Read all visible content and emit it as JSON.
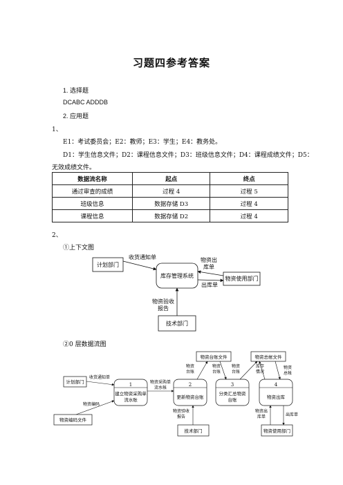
{
  "title": "习题四参考答案",
  "sections": {
    "choice_heading": "1. 选择题",
    "choice_answer": "DCABC   ADDDB",
    "apply_heading": "2. 应用题",
    "q1_num": "1、",
    "entities_line": "E1：考试委员会；E2：教师；E3：学生；E4：教务处。",
    "files_line1": "D1：学生信息文件；D2：课程信息文件；D3：班级信息文件；D4：课程成绩文件；D5：",
    "files_line2": "无效成绩文件。",
    "q2_num": "2、",
    "context_label": "①上下文图",
    "level0_label": "②0 层数据流图"
  },
  "table": {
    "headers": [
      "数据流名称",
      "起点",
      "终点"
    ],
    "rows": [
      [
        "通过审查的成绩",
        "过程 4",
        "过程 5"
      ],
      [
        "班级信息",
        "数据存储 D3",
        "过程 4"
      ],
      [
        "课程信息",
        "数据存储 D2",
        "过程 4"
      ]
    ]
  },
  "context_diagram": {
    "plan_dept": "计划部门",
    "system": "库存管理系统",
    "user_dept": "物资使用部门",
    "tech_dept": "技术部门",
    "flow_notice": "收货通知单",
    "flow_out_l1": "物资出",
    "flow_out_l2": "库单",
    "flow_issue": "出库单",
    "flow_accept_l1": "物资验收",
    "flow_accept_l2": "报告"
  },
  "level0_diagram": {
    "store_ledger": "物资台账文件",
    "store_summary": "物资总帐文件",
    "plan_dept": "计划部门",
    "code_file": "物资编码文件",
    "tech_dept": "技术部门",
    "user_dept": "物资使用部门",
    "p1_num": "1",
    "p1_l1": "建立物资采购单",
    "p1_l2": "流水账",
    "p2_num": "2",
    "p2_l1": "更新物资台账",
    "p3_num": "3",
    "p3_l1": "分类汇总物资",
    "p3_l2": "台账",
    "p4_num": "4",
    "p4_l1": "物资出库",
    "f_notice": "收货通知单",
    "f_code": "物资编码",
    "f_purchase_l1": "物资采购单",
    "f_purchase_l2": "流水帐",
    "f_accept_l1": "物资验收",
    "f_accept_l2": "报告",
    "f_ledger_a_l1": "物资",
    "f_ledger_a_l2": "台账",
    "f_ledger_b_l1": "物资",
    "f_ledger_b_l2": "台账",
    "f_ledger_c_l1": "物资",
    "f_ledger_c_l2": "台账",
    "f_stock_l1": "库存",
    "f_stock_l2": "情况",
    "f_total_l1": "物资",
    "f_total_l2": "总帐",
    "f_out_l1": "物资出",
    "f_out_l2": "库单",
    "f_issue": "出库单"
  }
}
